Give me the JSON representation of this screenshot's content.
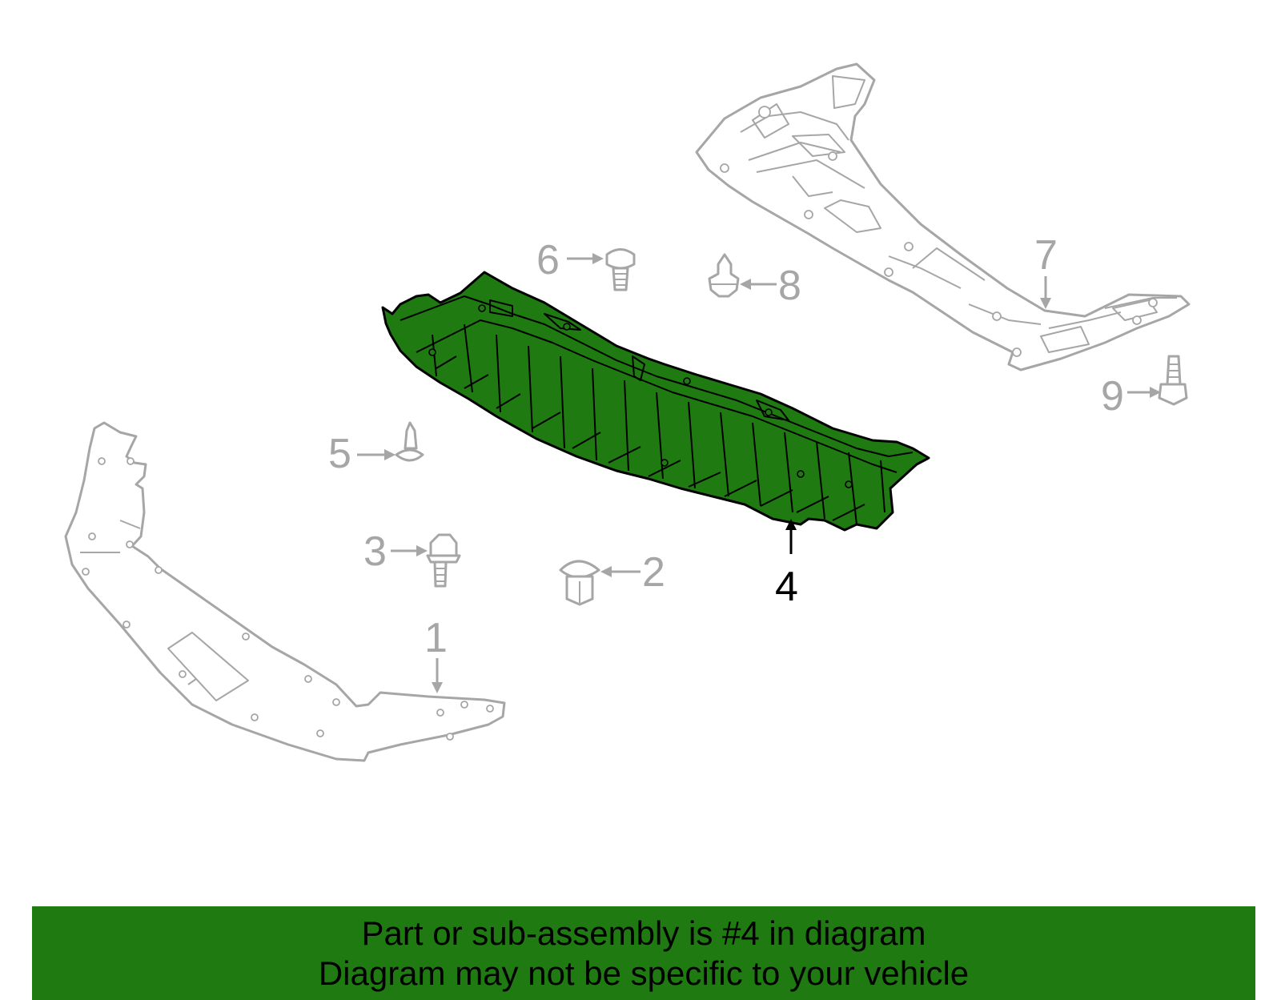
{
  "diagram": {
    "highlight_color": "#1f7a12",
    "highlighted_part": "4",
    "callouts": [
      {
        "id": "c1",
        "label": "1",
        "part": "front bumper cover lower panel"
      },
      {
        "id": "c2",
        "label": "2",
        "part": "push retainer clip"
      },
      {
        "id": "c3",
        "label": "3",
        "part": "flange bolt"
      },
      {
        "id": "c4",
        "label": "4",
        "part": "splash shield (highlighted)"
      },
      {
        "id": "c5",
        "label": "5",
        "part": "push pin clip"
      },
      {
        "id": "c6",
        "label": "6",
        "part": "screw"
      },
      {
        "id": "c7",
        "label": "7",
        "part": "engine under cover"
      },
      {
        "id": "c8",
        "label": "8",
        "part": "clip"
      },
      {
        "id": "c9",
        "label": "9",
        "part": "bolt"
      }
    ]
  },
  "banner": {
    "line1": "Part or sub-assembly is #4 in diagram",
    "line2": "Diagram may not be specific to your vehicle",
    "background": "#1f7a12"
  }
}
